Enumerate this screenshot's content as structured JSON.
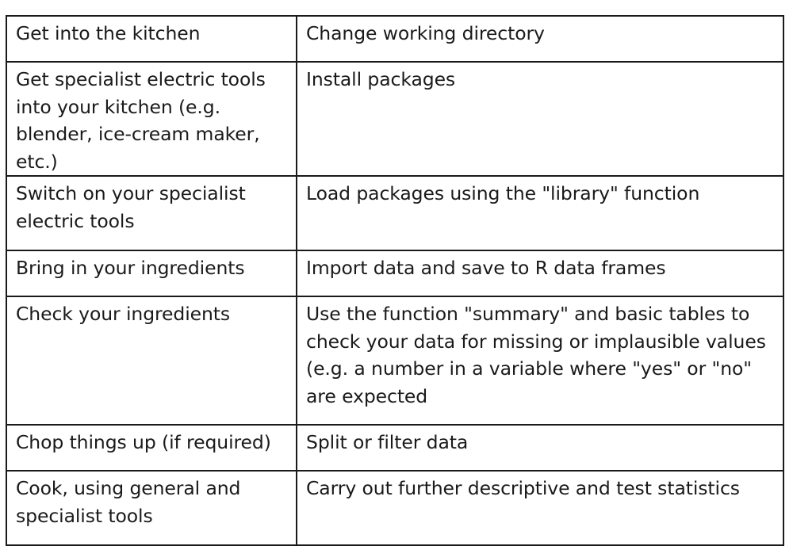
{
  "table": {
    "rows": [
      {
        "step": "Get into the kitchen",
        "r_action": "Change working directory"
      },
      {
        "step": "Get specialist electric tools into your kitchen (e.g. blender, ice-cream maker, etc.)",
        "r_action": "Install packages"
      },
      {
        "step": "Switch on your specialist electric tools",
        "r_action": "Load packages using the \"library\" function"
      },
      {
        "step": "Bring in your ingredients",
        "r_action": "Import data and save to R data frames"
      },
      {
        "step": "Check your ingredients",
        "r_action": "Use the function \"summary\" and basic tables to check your data for missing or implausible values (e.g. a number in a variable where \"yes\" or \"no\" are expected"
      },
      {
        "step": "Chop things up (if required)",
        "r_action": "Split or filter data"
      },
      {
        "step": "Cook, using general and specialist tools",
        "r_action": "Carry out further descriptive and test statistics"
      }
    ]
  }
}
